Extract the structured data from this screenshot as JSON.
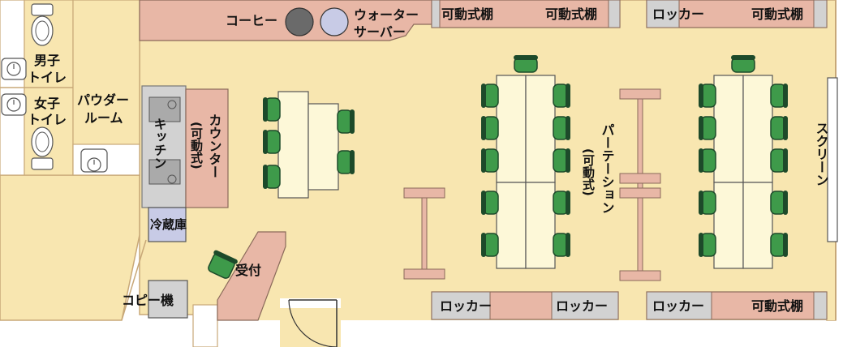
{
  "labels": {
    "mens_toilet": [
      "男子",
      "トイレ"
    ],
    "womens_toilet": [
      "女子",
      "トイレ"
    ],
    "powder_room": [
      "パウダー",
      "ルーム"
    ],
    "coffee": "コーヒー",
    "water_server": [
      "ウォーター",
      "サーバー"
    ],
    "kitchen": "キッチン",
    "counter": [
      "カウンター",
      "(可動式)"
    ],
    "fridge": "冷蔵庫",
    "reception": "受付",
    "copier": "コピー機",
    "partition": [
      "パーテーション",
      "(可動式)"
    ],
    "screen": "スクリーン",
    "shelf_top_1": "可動式棚",
    "shelf_top_2": "可動式棚",
    "locker_top_r": "ロッカー",
    "shelf_top_r": "可動式棚",
    "locker_bot_1": "ロッカー",
    "locker_bot_2": "ロッカー",
    "locker_bot_3": "ロッカー",
    "shelf_bot_r": "可動式棚"
  },
  "colors": {
    "floor": "#f8e6b0",
    "wall": "#c8a878",
    "furniture_pink": "#e8b7a6",
    "furniture_outline": "#8a6a5a",
    "desk": "#fdf8d8",
    "chair": "#3e9a4a",
    "chair_dark": "#1d4a2a",
    "gray": "#d2d2d2",
    "fridge": "#c8cbe6",
    "coffee_machine": "#6a6a6a",
    "water_server": "#c8cbe6"
  }
}
